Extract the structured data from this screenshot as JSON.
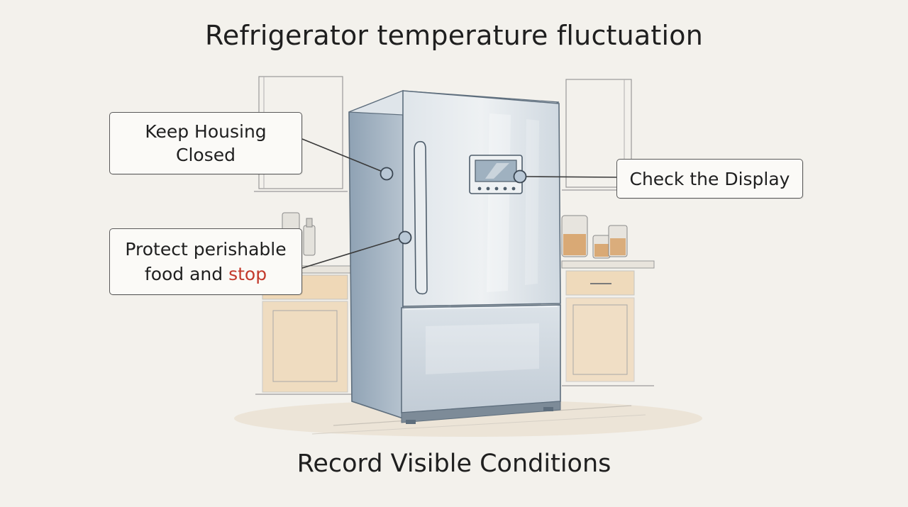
{
  "title": "Refrigerator temperature fluctuation",
  "footer": "Record Visible Conditions",
  "callouts": {
    "housing": {
      "line1": "Keep Housing",
      "line2": "Closed"
    },
    "display": {
      "text": "Check the Display"
    },
    "food": {
      "line1": "Protect perishable",
      "line2_prefix": "food and ",
      "line2_accent": "stop"
    }
  },
  "colors": {
    "background": "#f3f1ec",
    "accent_text": "#c33a2c",
    "fridge_steel": "#c9d3dc",
    "cabinet_wash": "#e6b26e",
    "marker": "#b9c8d6"
  }
}
